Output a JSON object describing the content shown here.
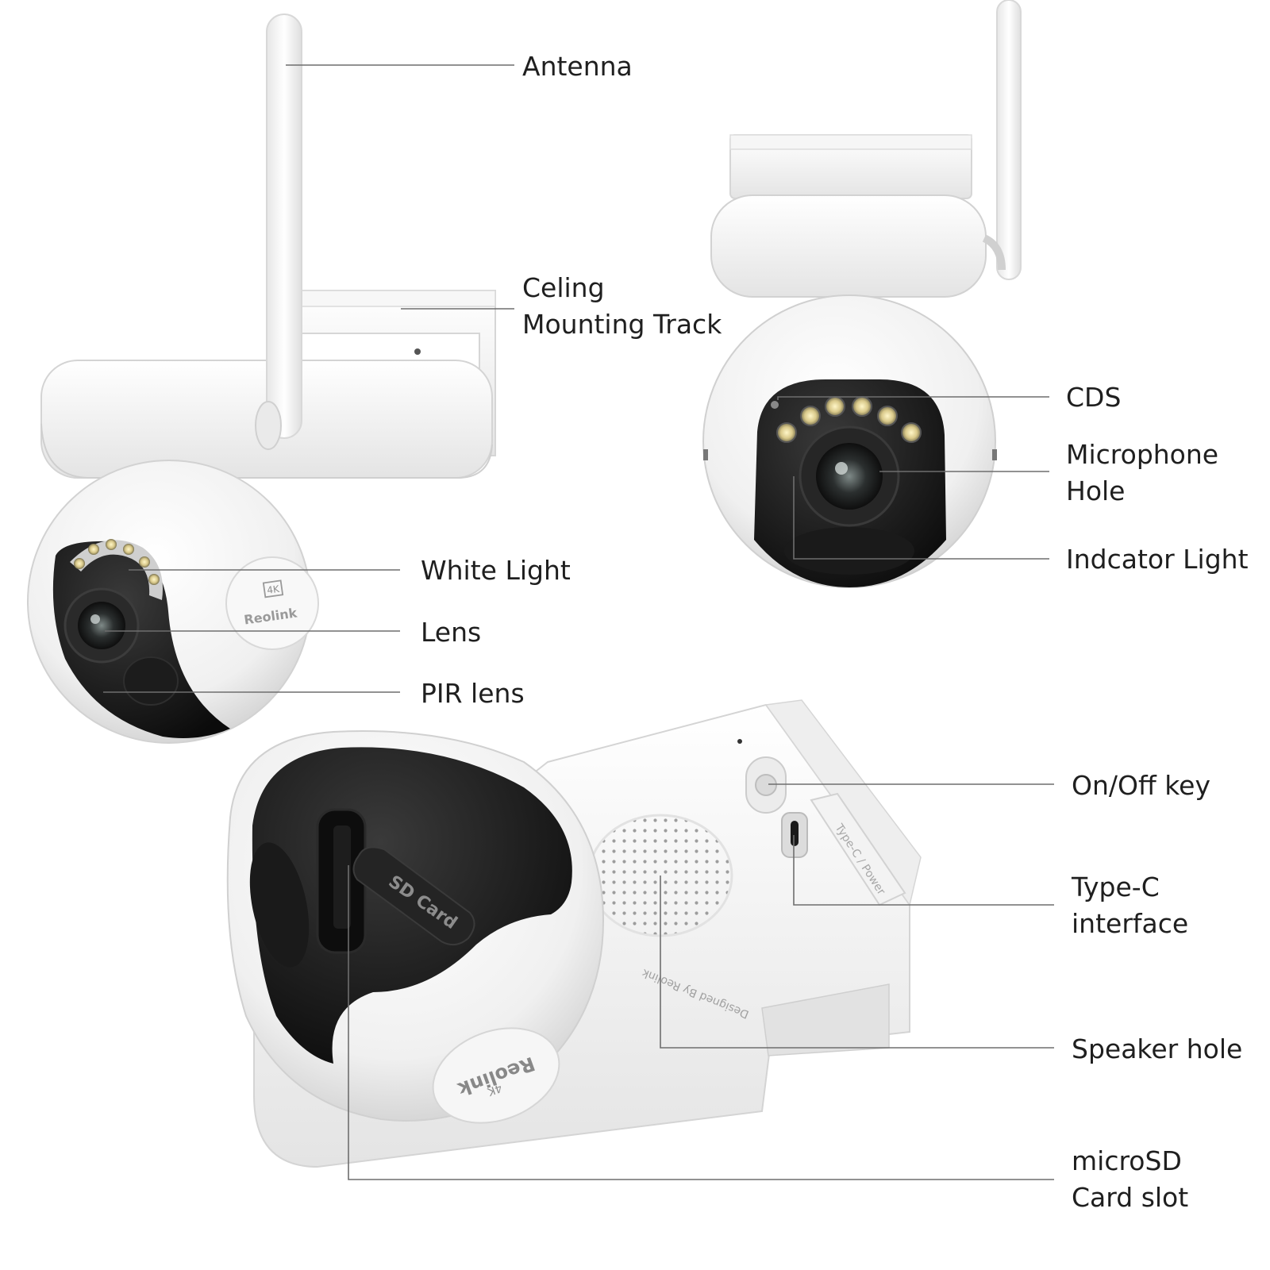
{
  "labels": {
    "antenna": [
      "Antenna"
    ],
    "mount": [
      "Celing",
      "Mounting Track"
    ],
    "cds": [
      "CDS"
    ],
    "mic": [
      "Microphone",
      "Hole"
    ],
    "indicator": [
      "Indcator Light"
    ],
    "white_light": [
      "White Light"
    ],
    "lens": [
      "Lens"
    ],
    "pir": [
      "PIR lens"
    ],
    "onoff": [
      "On/Off key"
    ],
    "typec": [
      "Type-C",
      "interface"
    ],
    "speaker": [
      "Speaker hole"
    ],
    "microsd": [
      "microSD",
      "Card slot"
    ]
  },
  "product_text": {
    "resolution_badge": "4K",
    "brand": "Reolink",
    "sd_cover": "SD Card",
    "port_cover": "Type-C / Power",
    "designed_by": "Designed By Reolink"
  },
  "colors": {
    "body_white": "#f4f4f4",
    "shade": "#dcdcdc",
    "lens_black": "#141414",
    "leader_line": "#6e6e6e"
  }
}
